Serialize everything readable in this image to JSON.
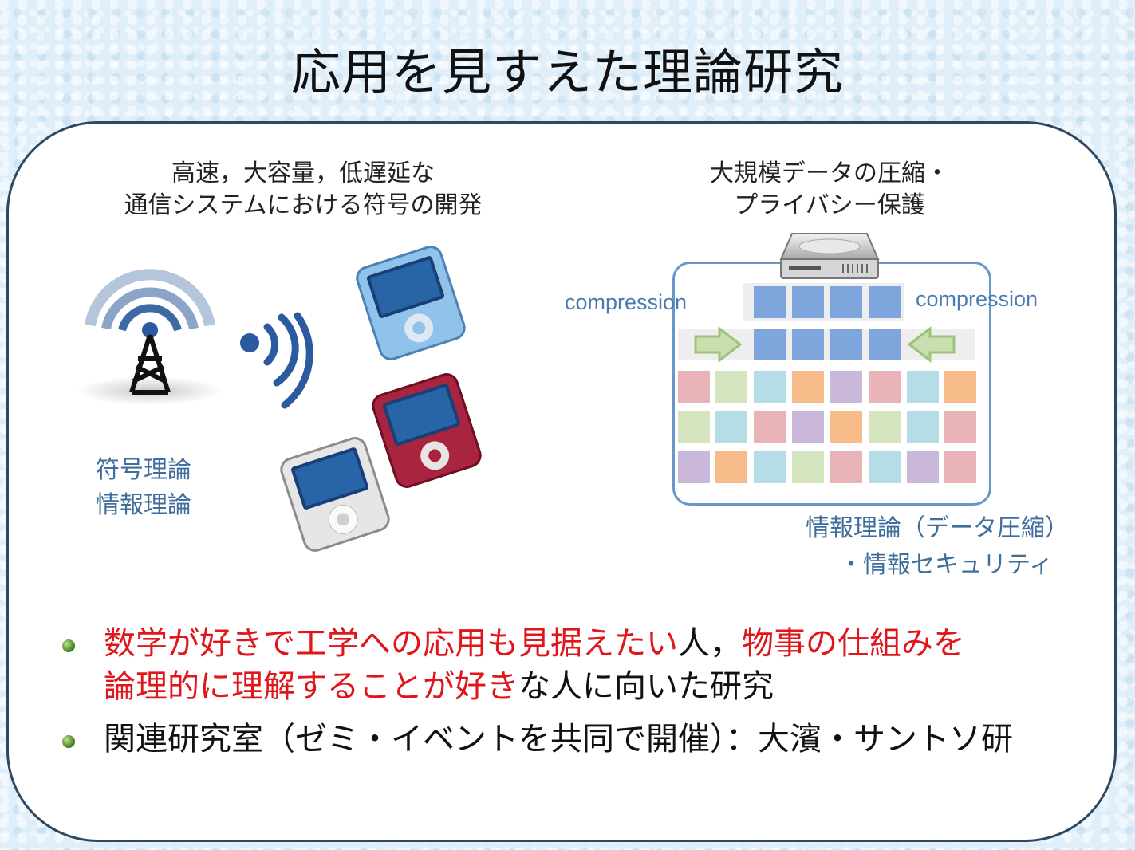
{
  "title": "応用を見すえた理論研究",
  "left": {
    "caption_line1": "高速，大容量，低遅延な",
    "caption_line2": "通信システムにおける符号の開発",
    "label_line1": "符号理論",
    "label_line2": "情報理論",
    "icons": [
      "antenna-tower-icon",
      "radio-wave-icon",
      "music-player-icon"
    ]
  },
  "right": {
    "caption_line1": "大規模データの圧縮・",
    "caption_line2": "プライバシー保護",
    "compression_left": "compression",
    "compression_right": "compression",
    "label_line1": "情報理論（データ圧縮）",
    "label_line2": "・情報セキュリティ",
    "icons": [
      "hard-drive-icon",
      "arrow-right-icon",
      "arrow-left-icon"
    ]
  },
  "bullets": {
    "b1_red1": "数学が好きで工学への応用も見据えたい",
    "b1_black1": "人，",
    "b1_red2": "物事の仕組みを",
    "b1_red3": "論理的に理解することが好き",
    "b1_black2": "な人に向いた研究",
    "b2_text": "関連研究室（ゼミ・イベントを共同で開催）：大濱・サントソ研"
  },
  "colors": {
    "emphasis": "#e0161b",
    "label_blue": "#3f6e9c",
    "compressed_blue": "#7ea6dc",
    "cell_pink": "#e8b4b8",
    "cell_green": "#d3e4bf",
    "cell_cyan": "#b5dde8",
    "cell_orange": "#f7bc8a",
    "cell_purple": "#c9b8da"
  }
}
